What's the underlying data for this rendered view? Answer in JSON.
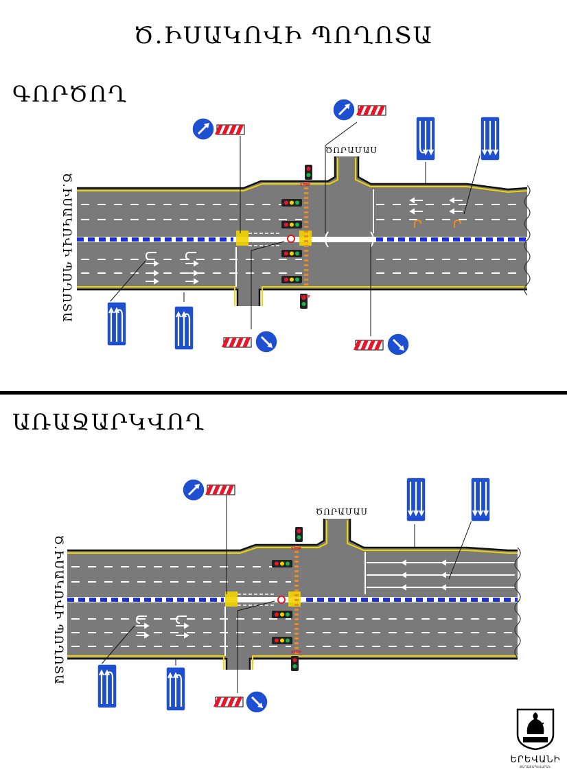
{
  "title": "Ծ.ԻՍԱԿՈՎԻ ՊՈՂՈՏԱ",
  "sections": [
    {
      "label": "ԳՈՐԾՈՂ",
      "cross_street": "ԾՈՐԱՄԱՍ",
      "main_street": "Ծ.ԻՍԱԿՈՎԻ ՊՈՂՈՏԱ"
    },
    {
      "label": "ԱՌԱՋԱՐԿՎՈՂ",
      "cross_street": "ԾՈՐԱՄԱՍ",
      "main_street": "Ծ.ԻՍԱԿՈՎԻ ՊՈՂՈՏԱ"
    }
  ],
  "stop_text": "STOP",
  "logo": {
    "text": "ԵՐԵՎԱՆԻ",
    "sub": "ՔԱՂԱՔԱՊԵՏԱՐԱՆ"
  },
  "colors": {
    "asphalt": "#7a7a7a",
    "curb": "#111111",
    "edge_line": "#f2d400",
    "divider_blue": "#1a2fd6",
    "sign_blue": "#1f4fd1",
    "barrier_red": "#e3182a",
    "crosswalk": "#f08a1c",
    "uturn_arrow": "#f08a1c"
  }
}
